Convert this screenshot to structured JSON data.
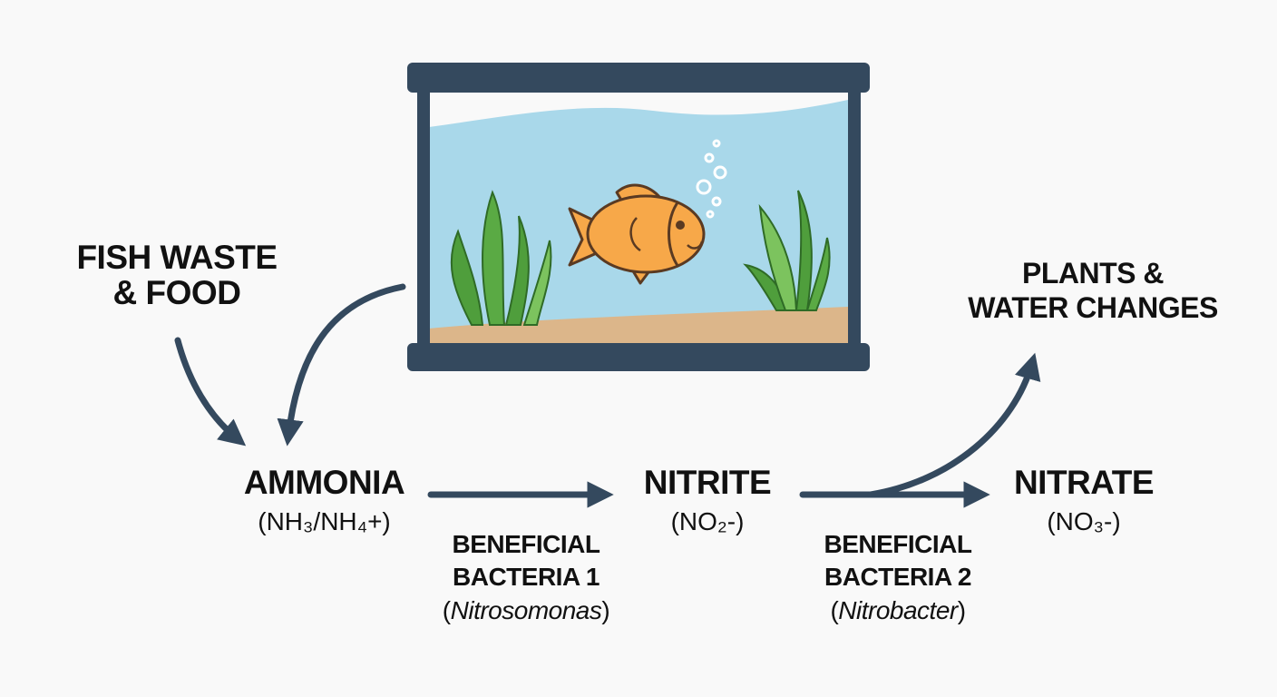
{
  "sources": {
    "fish_waste": [
      "FISH WASTE",
      "& FOOD"
    ]
  },
  "sinks": {
    "plants_water": [
      "PLANTS &",
      "WATER CHANGES"
    ]
  },
  "compounds": {
    "ammonia": {
      "name": "AMMONIA",
      "formula": "(NH₃/NH₄+)"
    },
    "nitrite": {
      "name": "NITRITE",
      "formula": "(NO₂-)"
    },
    "nitrate": {
      "name": "NITRATE",
      "formula": "(NO₃-)"
    }
  },
  "bacteria": {
    "b1": {
      "line1": "BENEFICIAL",
      "line2": "BACTERIA 1",
      "genus": "Nitrosomonas"
    },
    "b2": {
      "line1": "BENEFICIAL",
      "line2": "BACTERIA 2",
      "genus": "Nitrobacter"
    }
  },
  "icons": {
    "aquarium": "aquarium-tank-icon",
    "fish": "goldfish-icon",
    "plant": "aquatic-plant-icon",
    "bubbles": "bubbles-icon"
  },
  "colors": {
    "background": "#f9f9f9",
    "arrow": "#34495e",
    "tank_frame": "#34495e",
    "water": "#a9d8ea",
    "sand": "#dcb68a",
    "plant": "#4f9e3c",
    "plant_light": "#7cc35e",
    "fish_body": "#f7a849",
    "fish_outline": "#5a3a22",
    "text": "#111111"
  }
}
